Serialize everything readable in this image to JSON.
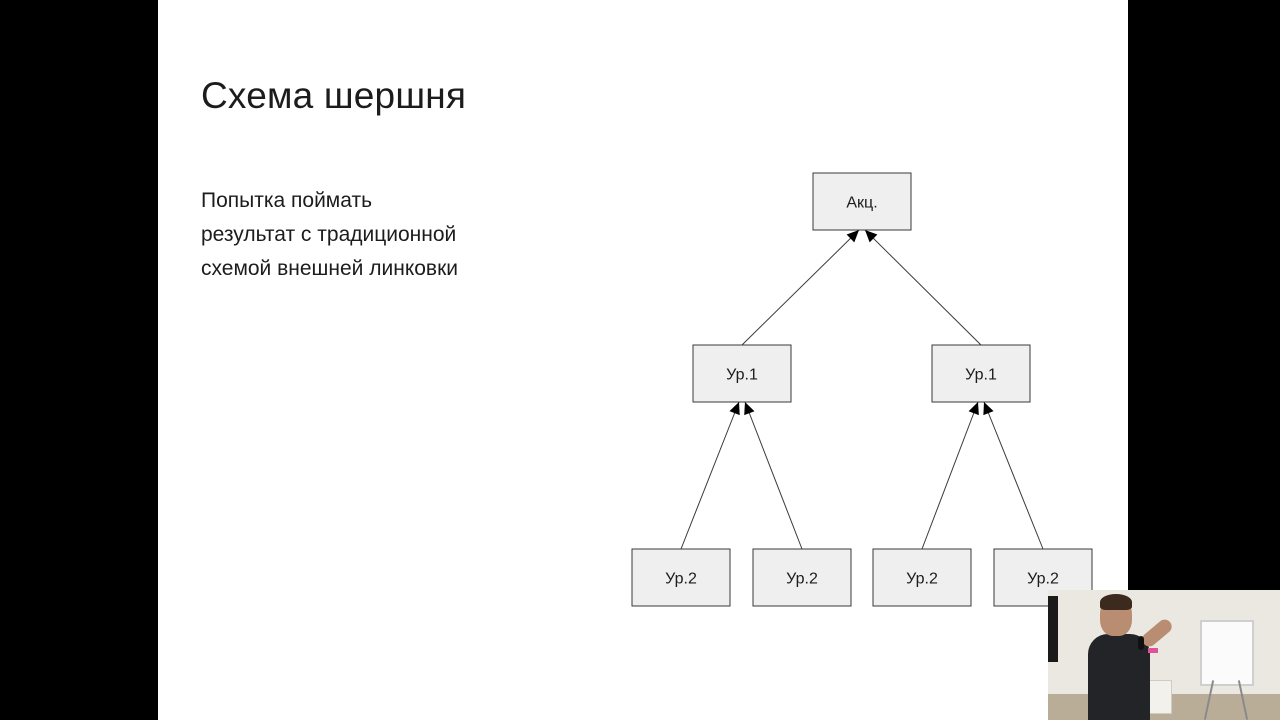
{
  "slide": {
    "title": "Схема шершня",
    "body_lines": [
      "Попытка поймать",
      "результат с традиционной",
      "схемой внешней линковки"
    ]
  },
  "diagram": {
    "nodes": [
      {
        "id": "acc",
        "label": "Акц."
      },
      {
        "id": "l1a",
        "label": "Ур.1"
      },
      {
        "id": "l1b",
        "label": "Ур.1"
      },
      {
        "id": "l2a",
        "label": "Ур.2"
      },
      {
        "id": "l2b",
        "label": "Ур.2"
      },
      {
        "id": "l2c",
        "label": "Ур.2"
      },
      {
        "id": "l2d",
        "label": "Ур.2"
      }
    ],
    "edges": [
      {
        "from": "l1a",
        "to": "acc"
      },
      {
        "from": "l1b",
        "to": "acc"
      },
      {
        "from": "l2a",
        "to": "l1a"
      },
      {
        "from": "l2b",
        "to": "l1a"
      },
      {
        "from": "l2c",
        "to": "l1b"
      },
      {
        "from": "l2d",
        "to": "l1b"
      }
    ]
  },
  "colors": {
    "slide_background": "#ffffff",
    "frame_background": "#000000",
    "node_fill": "#efefef",
    "node_stroke": "#3a3a3a"
  }
}
